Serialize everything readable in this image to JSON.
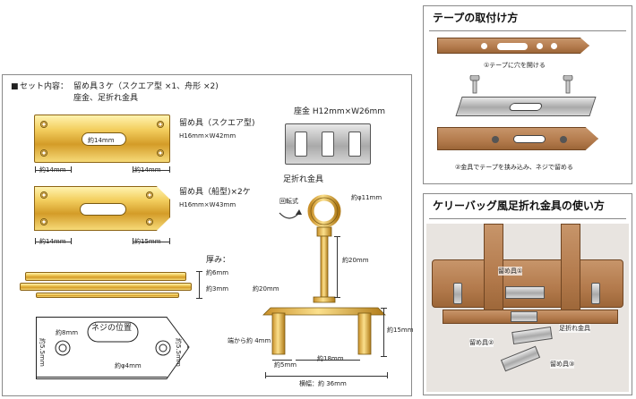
{
  "set_contents": {
    "bullet": "■",
    "label": "セット内容：",
    "line1": "留め具３ケ（スクエア型 ×1、舟形 ×2)",
    "line2": "座金、足折れ金具"
  },
  "square_clasp": {
    "name": "留め具（スクエア型)",
    "size": "H16mm×W42mm",
    "slot_label": "約14mm",
    "left_dim": "約14mm",
    "right_dim": "約14mm"
  },
  "boat_clasp": {
    "name": "留め具（船型)×2ケ",
    "size": "H16mm×W43mm",
    "left_dim": "約14mm",
    "right_dim": "約15mm"
  },
  "side_view": {
    "thickness_label": "厚み：",
    "thickness_total": "約6mm",
    "thickness_plate": "約3mm"
  },
  "screw_diagram": {
    "title": "ネジの位置",
    "top_dim": "約8mm",
    "left_dim": "約5.5mm",
    "right_dim": "約5.5mm",
    "hole_dim": "約φ4mm"
  },
  "washer": {
    "name": "座金 H12mm×W26mm"
  },
  "bent_fitting": {
    "name": "足折れ金具",
    "rotating": "回転式",
    "ring_dim": "約φ11mm",
    "shaft_dim": "約20mm",
    "leg_width": "約20mm",
    "edge_label": "端から約 4mm",
    "leg_height": "約15mm",
    "leg_pos": "約5mm",
    "leg_span": "約18mm",
    "total_width": "横幅：約 36mm"
  },
  "tape_panel": {
    "title": "テープの取付け方",
    "step1": "①テープに穴を開ける",
    "step2": "②金具でテープを挟み込み、ネジで留める"
  },
  "kelly_panel": {
    "title": "ケリーバッグ風足折れ金具の使い方",
    "label1": "留め具①",
    "label_bent": "足折れ金具",
    "label2": "留め具②",
    "label3": "留め具③"
  }
}
